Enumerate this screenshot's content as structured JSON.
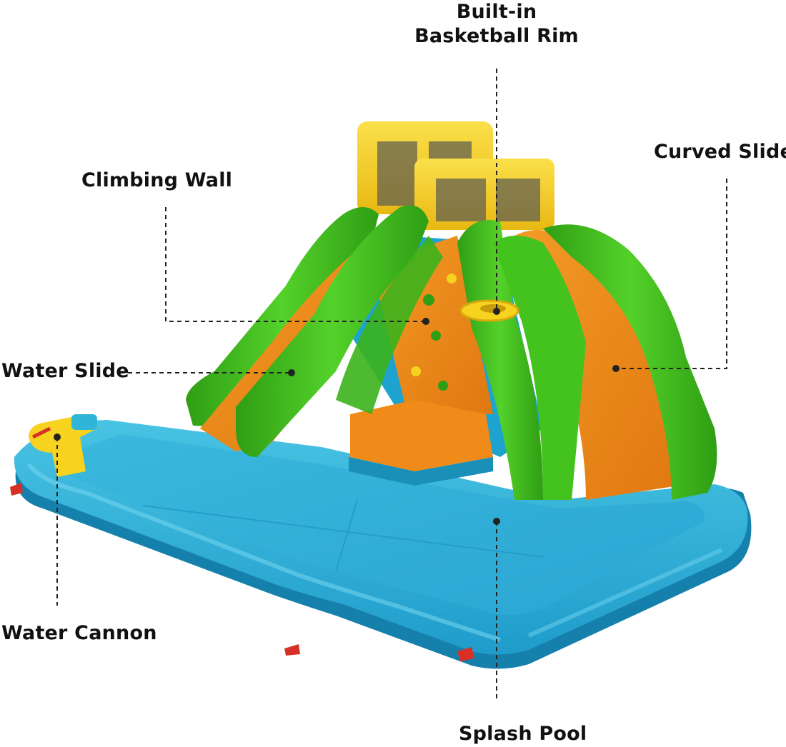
{
  "labels": {
    "basketball_rim_line1": "Built-in",
    "basketball_rim_line2": "Basketball Rim",
    "curved_slide": "Curved Slide",
    "climbing_wall": "Climbing Wall",
    "water_slide": "Water Slide",
    "water_cannon": "Water Cannon",
    "splash_pool": "Splash Pool"
  },
  "colors": {
    "pool_blue": "#2fb5d8",
    "pool_dark": "#1a8fb8",
    "wall_blue": "#1fa3cf",
    "slide_green": "#44c21e",
    "slide_green_dark": "#2f9a14",
    "slide_orange": "#f08a18",
    "hoop_yellow": "#f7d21e",
    "hoop_yellow_dark": "#d9a90e",
    "stake_red": "#d63027",
    "leader_line": "#222222"
  }
}
